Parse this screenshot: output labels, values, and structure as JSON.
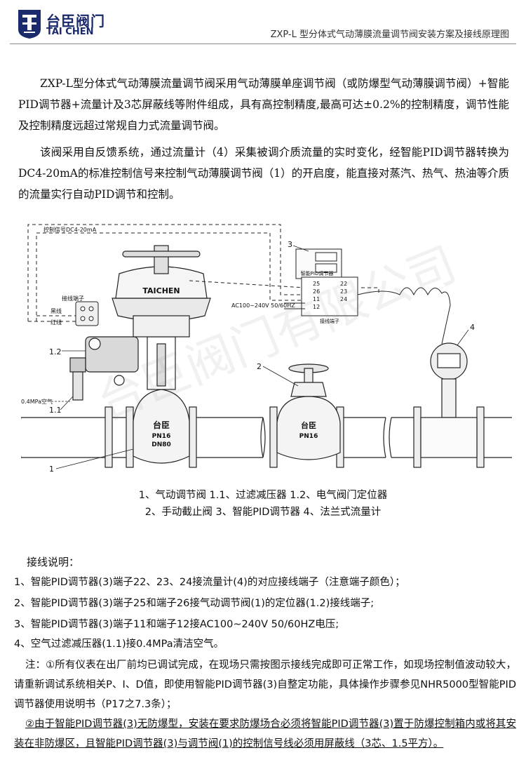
{
  "header": {
    "logo_cn": "台臣阀门",
    "logo_en": "TAI CHEN",
    "doc_title": "ZXP-L 型分体式气动薄膜流量调节阀安装方案及接线原理图"
  },
  "intro": {
    "p1": "ZXP-L型分体式气动薄膜流量调节阀采用气动薄膜单座调节阀（或防爆型气动薄膜调节阀）+智能PID调节器+流量计及3芯屏蔽线等附件组成，具有高控制精度,最高可达±0.2%的控制精度，调节性能及控制精度远超过常规自力式流量调节阀。",
    "p2": "该阀采用自反馈系统，通过流量计（4）采集被调介质流量的实时变化，经智能PID调节器转换为DC4-20mA的标准控制信号来控制气动薄膜调节阀（1）的开启度，能直接对蒸汽、热气、热油等介质的流量实行自动PID调节和控制。"
  },
  "diagram": {
    "signal_label": "控制信号DC4-20mA",
    "terminal_label": "接线端子",
    "black_wire": "黑线",
    "red_wire": "红线",
    "actuator_brand": "TAICHEN",
    "controller_label": "智能PID调节器",
    "controller_terminal_label": "接线端子",
    "power_label": "AC100~240V 50/60HZ",
    "air_label": "0.4MPa空气",
    "valve_brand": "台臣",
    "valve_pn": "PN16",
    "valve_dn": "DN80",
    "terminals_left": [
      "25",
      "26",
      "11",
      "12"
    ],
    "terminals_right": [
      "22",
      "23",
      "24"
    ],
    "callouts": {
      "c1": "1",
      "c11": "1.1",
      "c12": "1.2",
      "c2": "2",
      "c3": "3",
      "c4": "4"
    },
    "watermark": "台臣阀门有限公司"
  },
  "captions": {
    "line1": "1、气动调节阀  1.1、过滤减压器  1.2、电气阀门定位器",
    "line2": "2、手动截止阀   3、智能PID调节器  4、法兰式流量计"
  },
  "wiring": {
    "title": "接线说明：",
    "items": [
      "1、智能PID调节器(3)端子22、23、24接流量计(4)的对应接线端子（注意端子颜色）；",
      "2、智能PID调节器(3)端子25和端子26接气动调节阀(1)的定位器(1.2)接线端子;",
      "3、智能PID调节器(3)端子11和端子12接AC100~240V 50/60HZ电压;",
      "4、空气过滤减压器(1.1)接0.4MPa清洁空气。"
    ],
    "note1": "注：①所有仪表在出厂前均已调试完成，在现场只需按图示接线完成即可正常工作，如现场控制值波动较大，请重新调试系统相关P、I、D值，即使用智能PID调节器(3)自整定功能，具体操作步骤参见NHR5000型智能PID调节器使用说明书（P17之7.3条）；",
    "note2": "②由于智能PID调节器(3)无防爆型，安装在要求防爆场合必须将智能PID调节器(3)置于防爆控制箱内或将其安装在非防爆区，且智能PID调节器(3)与调节阀(1)的控制信号线必须用屏蔽线（3芯、1.5平方）。"
  }
}
